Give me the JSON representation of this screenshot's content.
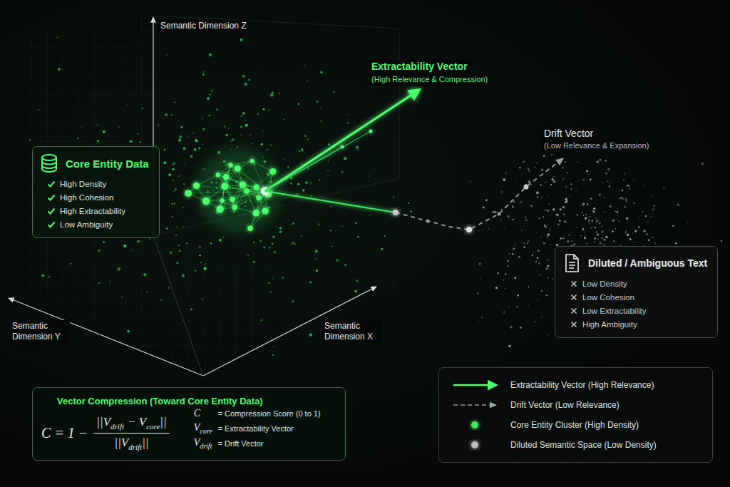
{
  "diagram": {
    "nodes": [
      {
        "text": [
          "Core Entity Data",
          "High Density",
          "High Cohesion",
          "High Extractability",
          "Low Ambiguity"
        ]
      },
      {
        "text": [
          "Diluted / Ambiguous Text",
          "Low Density",
          "Low Cohesion",
          "Low Extractability",
          "High Ambiguity"
        ]
      },
      {
        "text": [
          "Vector Compression (Toward Core Entity Data)",
          "C = 1 −",
          "||V",
          "drift",
          "− V",
          "core",
          "||",
          "||V",
          "drift",
          "||",
          "C",
          "= Compression Score (0 to 1)",
          "V",
          "core",
          "= Extractability Vector",
          "V",
          "drift",
          "= Drift Vector"
        ]
      }
    ],
    "labels": [
      "Semantic Dimension Z",
      "Semantic Dimension Y",
      "Semantic Dimension X",
      "Extractability Vector",
      "(High Relevance & Compression)",
      "Drift Vector",
      "(Low Relevance & Expansion)"
    ],
    "legend": [
      {
        "text": "Extractability Vector (High Relevance)"
      },
      {
        "text": "Drift Vector (Low Relevance)"
      },
      {
        "text": "Core Entity Cluster (High Density)",
        "color": "#3ee85a"
      },
      {
        "text": "Diluted Semantic Space (Low Density)",
        "color": "#b8bcbc"
      }
    ]
  }
}
